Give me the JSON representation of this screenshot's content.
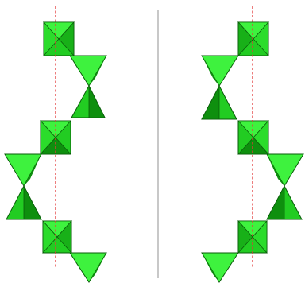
{
  "figure": {
    "background": "#ffffff",
    "colors": {
      "light": "#3ef23e",
      "mid": "#22cc22",
      "dark": "#0e8f0e",
      "edge": "#0a5c0a",
      "axis": "#e23a3a",
      "divider": "#c8c8c8"
    },
    "left_chain": {
      "description_icon": "polyhedra-chain-left",
      "units": [
        "octahedron",
        "tetrahedra-pair",
        "tetrahedra-pair",
        "octahedron",
        "tetrahedra-pair",
        "tetrahedra-pair",
        "octahedron",
        "tetrahedra-pair"
      ]
    },
    "right_chain": {
      "description_icon": "polyhedra-chain-right",
      "units": [
        "octahedron",
        "tetrahedra-pair",
        "tetrahedra-pair",
        "octahedron",
        "tetrahedra-pair",
        "tetrahedra-pair",
        "octahedron",
        "tetrahedra-pair"
      ]
    }
  }
}
